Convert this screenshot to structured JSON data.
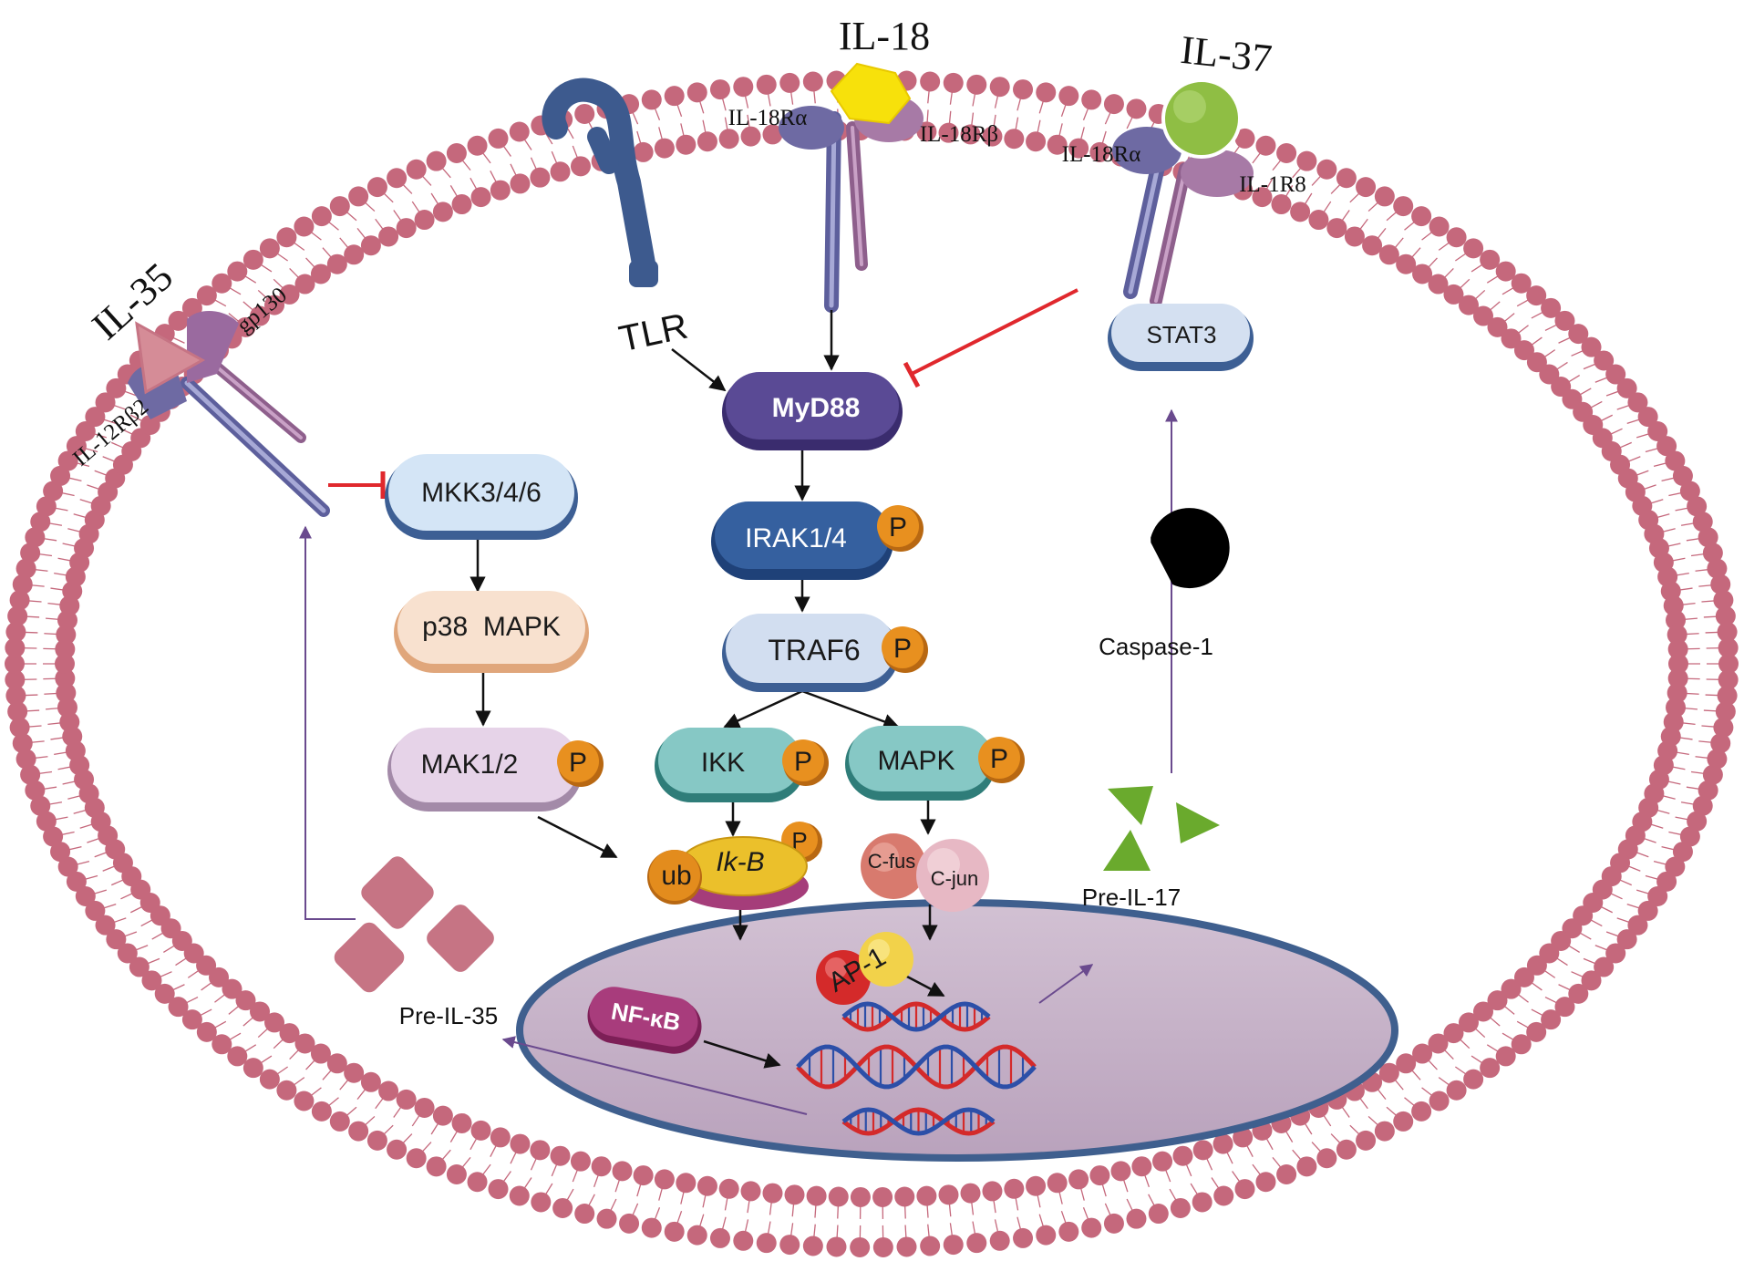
{
  "ligands": {
    "il35": "IL-35",
    "il18": "IL-18",
    "il37": "IL-37"
  },
  "receptors": {
    "gp130": "gp130",
    "il12rb2": "IL-12Rβ2",
    "tlr": "TLR",
    "il18ra_left": "IL-18Rα",
    "il18rb": "IL-18Rβ",
    "il18ra_right": "IL-18Rα",
    "il1r8": "IL-1R8"
  },
  "nodes": {
    "myd88": "MyD88",
    "irak": "IRAK1/4",
    "traf6": "TRAF6",
    "ikk": "IKK",
    "mapk": "MAPK",
    "mkk": "MKK3/4/6",
    "p38": "p38  MAPK",
    "mak": "MAK1/2",
    "stat3": "STAT3",
    "ikb": "Ik-B",
    "ub": "ub",
    "cfus": "C-fus",
    "cjun": "C-jun",
    "ap1": "AP-1",
    "nfkb": "NF-κB",
    "phospho": "P"
  },
  "labels": {
    "caspase1": "Caspase-1",
    "pre_il17": "Pre-IL-17",
    "pre_il35": "Pre-IL-35"
  },
  "colors": {
    "membrane": "#c5687c",
    "nucleus_fill": "#c4b0c6",
    "nucleus_border": "#3f5f8e",
    "myd88": "#4e3d86",
    "irak": "#2f5591",
    "traf6": "#cfdcef",
    "ikk": "#7fc4c1",
    "mapk": "#7fc4c1",
    "mkk": "#cfe1f4",
    "p38": "#f5ddca",
    "mak": "#e2cde4",
    "stat3": "#cfdcef",
    "phospho": "#e68a1e",
    "inhibit": "#e0282d",
    "arrow_purple": "#6a4a8e",
    "il18_ligand": "#f7e10b",
    "il37_ligand": "#8fbe44",
    "il17": "#6aaa2d",
    "il35": "#c67484",
    "receptor": "#6c6fa6",
    "receptor_b": "#a77aa6"
  }
}
